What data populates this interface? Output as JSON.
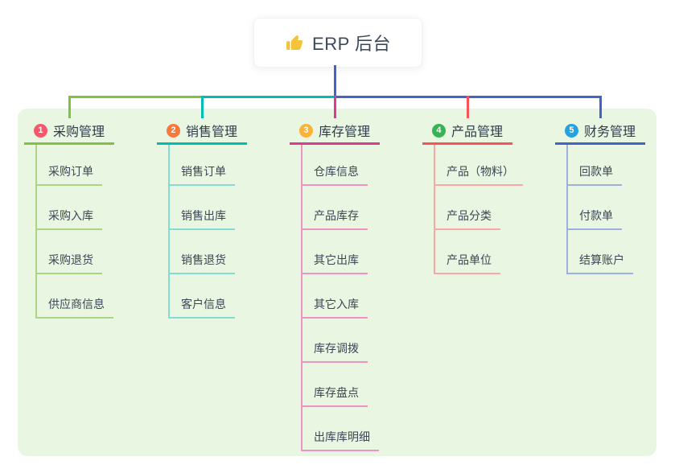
{
  "root": {
    "label": "ERP 后台",
    "icon": "thumbs-up",
    "icon_color": "#f5c33b",
    "text_color": "#3d4958"
  },
  "canvas": {
    "panel_color": "#e9f6e2",
    "background": "#ffffff",
    "trunk_color": "#4263c7"
  },
  "branches": [
    {
      "num": "1",
      "label": "采购管理",
      "badge_color": "#f8566a",
      "line_color": "#7fc241",
      "child_line_color": "#a9d584",
      "children": [
        "采购订单",
        "采购入库",
        "采购退货",
        "供应商信息"
      ]
    },
    {
      "num": "2",
      "label": "销售管理",
      "badge_color": "#f8793c",
      "line_color": "#00bdb2",
      "child_line_color": "#84dcd4",
      "children": [
        "销售订单",
        "销售出库",
        "销售退货",
        "客户信息"
      ]
    },
    {
      "num": "3",
      "label": "库存管理",
      "badge_color": "#fdb235",
      "line_color": "#dd3a92",
      "child_line_color": "#ee93c5",
      "children": [
        "仓库信息",
        "产品库存",
        "其它出库",
        "其它入库",
        "库存调拨",
        "库存盘点",
        "出库库明细"
      ]
    },
    {
      "num": "4",
      "label": "产品管理",
      "badge_color": "#35b355",
      "line_color": "#fb5157",
      "child_line_color": "#fda6a9",
      "children": [
        "产品（物料）",
        "产品分类",
        "产品单位"
      ]
    },
    {
      "num": "5",
      "label": "财务管理",
      "badge_color": "#24a2e2",
      "line_color": "#4263c7",
      "child_line_color": "#9cb1e1",
      "children": [
        "回款单",
        "付款单",
        "结算账户"
      ]
    }
  ]
}
